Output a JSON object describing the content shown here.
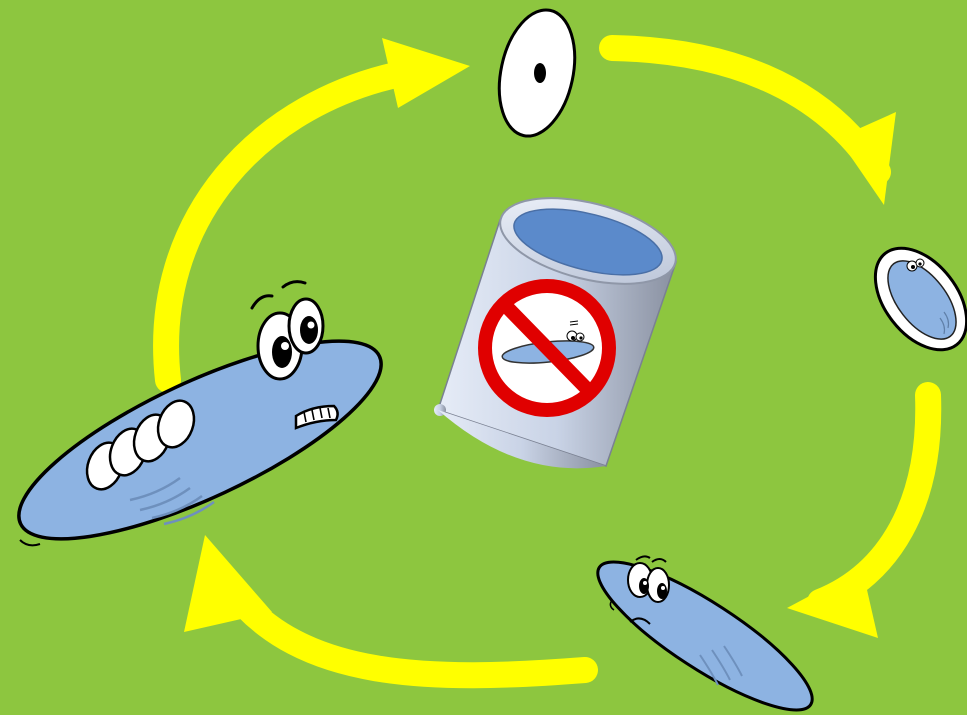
{
  "diagram": {
    "type": "cycle",
    "background_color": "#8dc63f",
    "arrow_color": "#ffff00",
    "body_color": "#8db3e2",
    "stages": [
      {
        "id": "egg",
        "label": ""
      },
      {
        "id": "larva-in-egg",
        "label": ""
      },
      {
        "id": "young-worm",
        "label": ""
      },
      {
        "id": "adult-worm-with-eggs",
        "label": ""
      }
    ],
    "center": {
      "symbol": "prohibition-sign",
      "object": "water-container",
      "label": ""
    }
  }
}
